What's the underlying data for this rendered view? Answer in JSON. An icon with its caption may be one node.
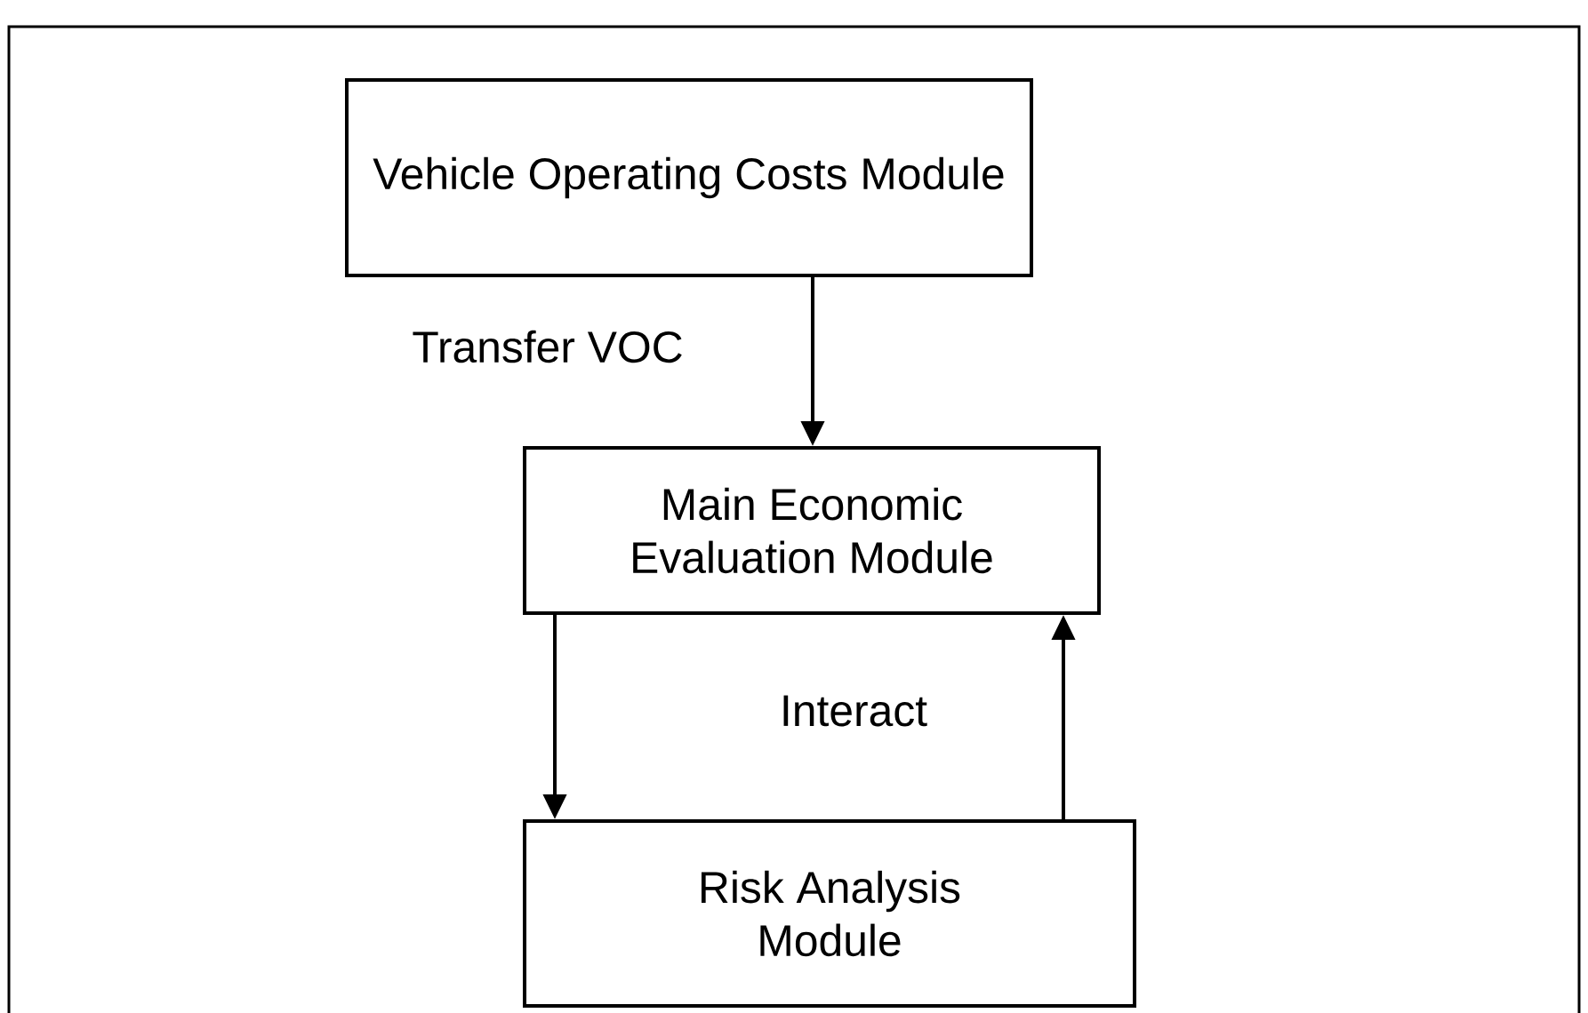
{
  "diagram": {
    "nodes": [
      {
        "text": [
          "Vehicle Operating Costs Module"
        ]
      },
      {
        "text": [
          "Main Economic Evaluation Module"
        ]
      },
      {
        "text": [
          "Risk Analysis Module"
        ]
      }
    ],
    "edges": [
      {
        "from": 0,
        "to": 1,
        "arrow": "to",
        "label": "Transfer VOC"
      },
      {
        "from": 1,
        "to": 2,
        "arrow": "to"
      },
      {
        "from": 2,
        "to": 1,
        "arrow": "to"
      }
    ],
    "labels": [
      "Interact"
    ]
  }
}
